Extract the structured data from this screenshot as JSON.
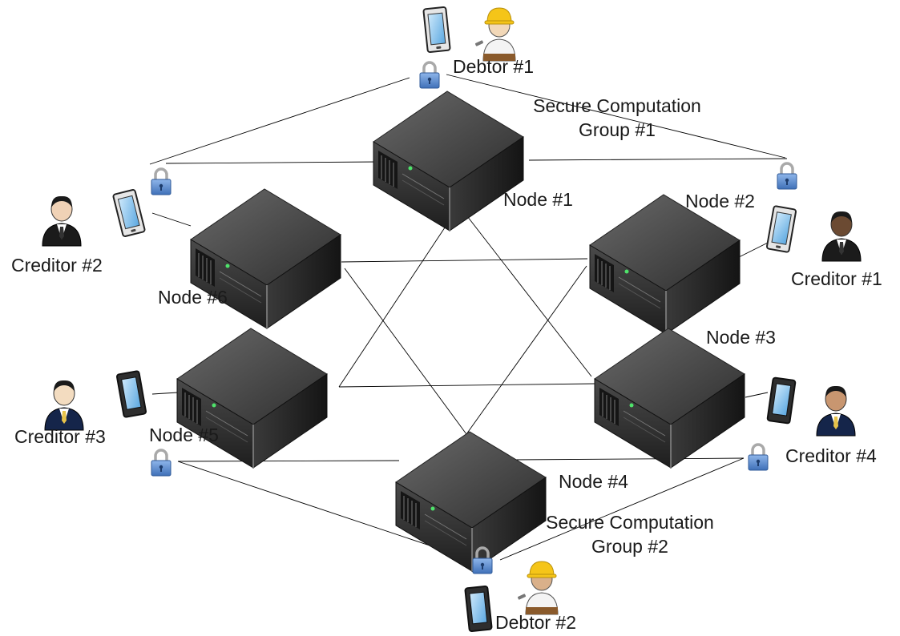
{
  "groups": [
    {
      "id": "group-1",
      "line1": "Secure Computation",
      "line2": "Group #1"
    },
    {
      "id": "group-2",
      "line1": "Secure Computation",
      "line2": "Group #2"
    }
  ],
  "nodes": [
    {
      "id": "node-1",
      "label": "Node #1"
    },
    {
      "id": "node-2",
      "label": "Node #2"
    },
    {
      "id": "node-3",
      "label": "Node #3"
    },
    {
      "id": "node-4",
      "label": "Node #4"
    },
    {
      "id": "node-5",
      "label": "Node #5"
    },
    {
      "id": "node-6",
      "label": "Node #6"
    }
  ],
  "parties": [
    {
      "id": "debtor-1",
      "label": "Debtor #1",
      "role": "debtor",
      "skin": "#f2d8b8"
    },
    {
      "id": "debtor-2",
      "label": "Debtor #2",
      "role": "debtor",
      "skin": "#d9b08a"
    },
    {
      "id": "creditor-1",
      "label": "Creditor #1",
      "role": "creditor",
      "skin": "#6b4a32"
    },
    {
      "id": "creditor-2",
      "label": "Creditor #2",
      "role": "creditor",
      "skin": "#f0d2b6"
    },
    {
      "id": "creditor-3",
      "label": "Creditor #3",
      "role": "creditor",
      "skin": "#f3dcc0"
    },
    {
      "id": "creditor-4",
      "label": "Creditor #4",
      "role": "creditor",
      "skin": "#c89670"
    }
  ],
  "icons": {
    "server": "server-icon",
    "tablet": "tablet-icon",
    "lock": "padlock-icon",
    "debtor": "worker-person-icon",
    "creditor": "businessman-icon"
  },
  "colors": {
    "line": "#000000",
    "server_dark": "#2b2b2b",
    "lock_body": "#5b8fd4",
    "creditor_suit": "#1b1b1b",
    "creditor_3_4_suit": "#15254a",
    "hard_hat": "#f5c518"
  }
}
